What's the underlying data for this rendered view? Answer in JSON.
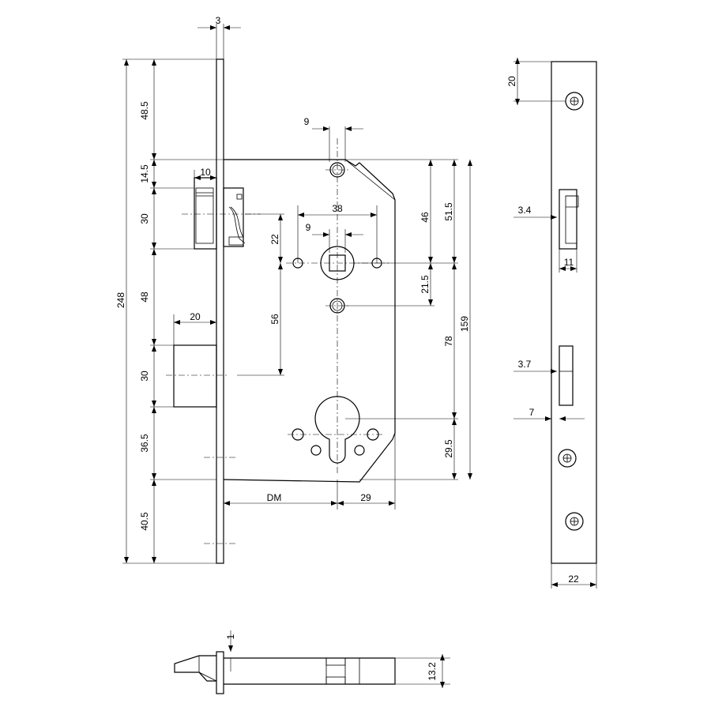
{
  "front_view": {
    "faceplate_thickness": "3",
    "top_to_latch_zone": "48.5",
    "latch_offset": "14.5",
    "latch_height": "30",
    "latch_to_bolt": "48",
    "bolt_height": "30",
    "bolt_to_cylinder": "36.5",
    "bottom_margin": "40.5",
    "faceplate_length": "248",
    "latch_projection": "10",
    "bolt_projection": "20",
    "spindle_to_latch": "22",
    "spindle_to_cylinder": "56",
    "pin_spacing": "38",
    "pin_offset": "9",
    "top_hole_offset": "9",
    "spindle_height": "46",
    "case_top_to_spindle": "51.5",
    "spindle_to_hole": "21.5",
    "distance_78": "78",
    "case_height": "159",
    "cylinder_to_bottom": "29.5",
    "backset": "DM",
    "cylinder_to_back": "29"
  },
  "side_view": {
    "top_hole": "20",
    "latch_offset": "3.4",
    "latch_width": "11",
    "bolt_offset": "3.7",
    "bolt_gap": "7",
    "faceplate_width": "22"
  },
  "bottom_view": {
    "flange": "1",
    "case_thickness": "13.2"
  }
}
